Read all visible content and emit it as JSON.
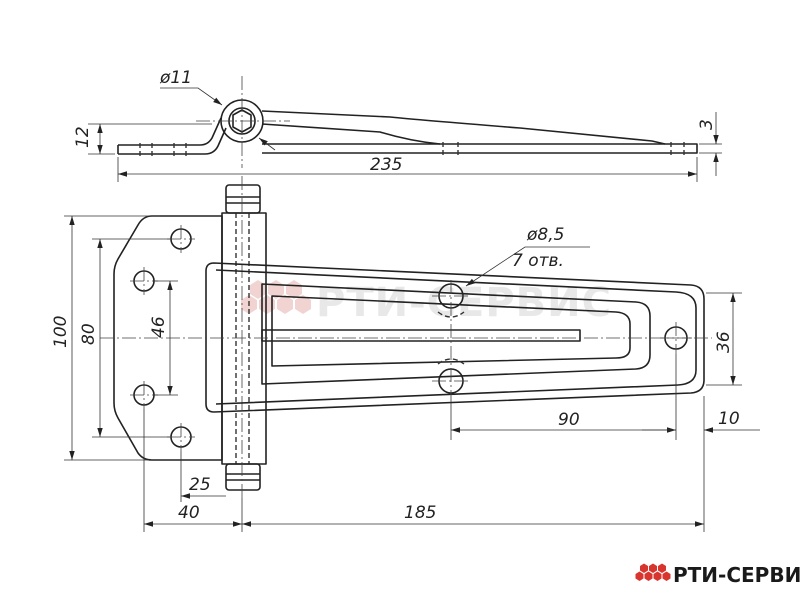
{
  "watermark": "РТИ-СЕРВИС",
  "brand": {
    "name": "РТИ-СЕРВИС",
    "logo_color": "#d8352f"
  },
  "dimensions": {
    "pin_diameter": "ø11",
    "thickness": "3",
    "knuckle_height": "12",
    "total_length": "235",
    "hole_diameter": "ø8,5",
    "hole_count": "7 отв.",
    "height_outer": "100",
    "height_holes": "80",
    "hole_spacing": "46",
    "slot_hole_spacing": "36",
    "hole_distance_90": "90",
    "end_offset": "10",
    "pin_offset_25": "25",
    "leaf_width_40": "40",
    "leaf_length_185": "185"
  }
}
